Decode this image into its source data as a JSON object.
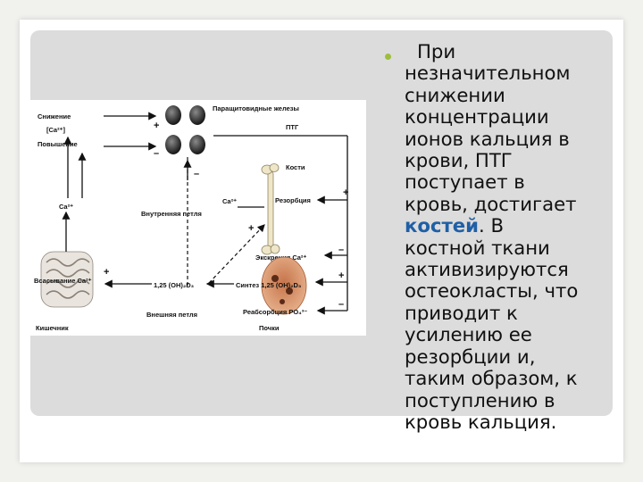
{
  "figure": {
    "labels": {
      "decrease": "Снижение",
      "calcium_conc": "[Ca²⁺]",
      "increase": "Повышение",
      "parathyroid": "Паращитовидные железы",
      "pth": "ПТГ",
      "bones": "Кости",
      "ca_left": "Ca²⁺",
      "ca_inner": "Ca²⁺",
      "inner_loop": "Внутренняя петля",
      "resorption": "Резорбция",
      "ca_excretion": "Экскреция Ca²⁺",
      "ca_absorption": "Всасывание Ca²⁺",
      "vitamin_d": "1,25 (OH)₂D₃",
      "synthesis": "Синтез 1,25 (OH)₂D₃",
      "outer_loop": "Внешняя петля",
      "po4_reabsorption": "Реабсорбция PO₄³⁻",
      "intestine": "Кишечник",
      "kidneys": "Почки"
    },
    "signs": {
      "plus": "+",
      "minus": "–"
    }
  },
  "bullet": {
    "line1": "При",
    "line2": "незначительном",
    "line3": "снижении",
    "line4": "концентрации",
    "line5": "ионов кальция в",
    "line6": "крови, ПТГ",
    "line7": "поступает в",
    "line8": "кровь, достигает",
    "highlight": "костей",
    "line9_tail": ". В",
    "line10": "костной ткани",
    "line11": "активизируются",
    "line12": "остеокласты, что",
    "line13": "приводит к",
    "line14": "усилению ее",
    "line15": "резорбции и,",
    "line16": "таким образом, к",
    "line17": "поступлению в",
    "line18": "кровь кальция."
  },
  "colors": {
    "highlight": "#1f5fa6",
    "bullet": "#9dbe3c"
  }
}
